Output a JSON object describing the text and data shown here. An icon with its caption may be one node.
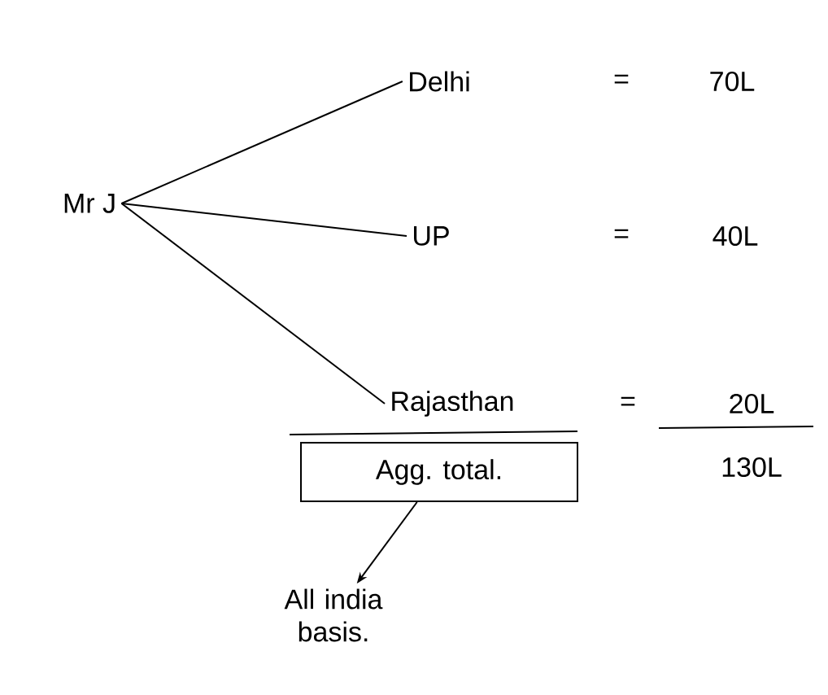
{
  "diagram": {
    "nodes": [
      {
        "text": [
          "Mr J"
        ]
      },
      {
        "text": [
          "Delhi"
        ]
      },
      {
        "text": [
          "UP"
        ]
      },
      {
        "text": [
          "Rajasthan"
        ]
      },
      {
        "text": [
          "Agg. total."
        ]
      },
      {
        "text": [
          "All india basis."
        ]
      }
    ],
    "edges": [
      {
        "from": 0,
        "to": 1,
        "arrow": "none"
      },
      {
        "from": 0,
        "to": 2,
        "arrow": "none"
      },
      {
        "from": 0,
        "to": 3,
        "arrow": "none"
      },
      {
        "from": 4,
        "to": 5,
        "arrow": "to"
      }
    ],
    "labels": [
      "=",
      "70L",
      "=",
      "40L",
      "=",
      "20L",
      "130L"
    ]
  }
}
